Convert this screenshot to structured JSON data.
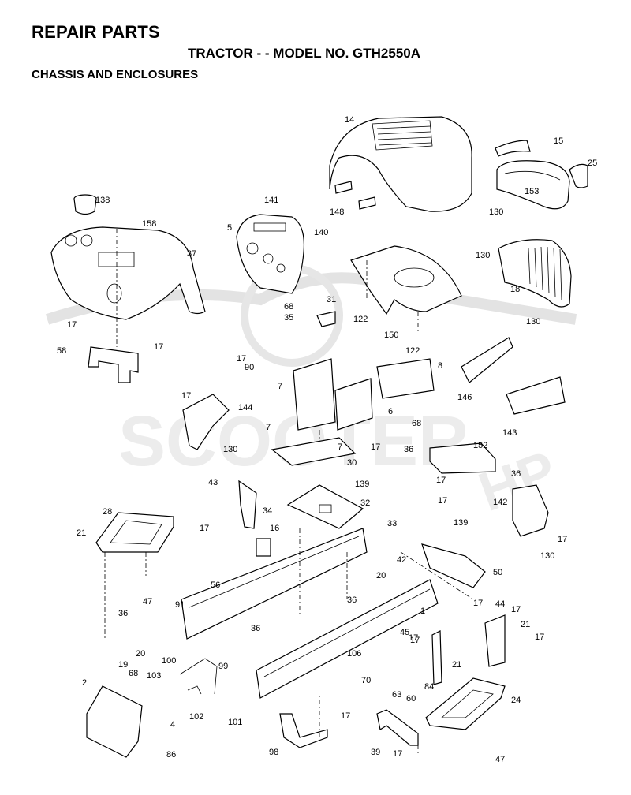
{
  "header": {
    "title": "REPAIR PARTS",
    "subtitle": "TRACTOR - - MODEL NO. GTH2550A",
    "section": "CHASSIS AND ENCLOSURES"
  },
  "watermark": {
    "text_main": "SCOOTER",
    "text_sub": "HP"
  },
  "callouts": [
    "14",
    "15",
    "25",
    "153",
    "130",
    "148",
    "138",
    "158",
    "141",
    "140",
    "5",
    "37",
    "130",
    "18",
    "130",
    "68",
    "31",
    "35",
    "122",
    "150",
    "122",
    "17",
    "17",
    "58",
    "17",
    "90",
    "8",
    "7",
    "146",
    "17",
    "144",
    "6",
    "68",
    "7",
    "7",
    "130",
    "17",
    "30",
    "143",
    "36",
    "152",
    "36",
    "43",
    "139",
    "17",
    "32",
    "17",
    "142",
    "34",
    "33",
    "139",
    "17",
    "28",
    "16",
    "130",
    "21",
    "17",
    "50",
    "56",
    "42",
    "20",
    "47",
    "91",
    "36",
    "36",
    "17",
    "44",
    "17",
    "1",
    "21",
    "17",
    "36",
    "17",
    "45",
    "19",
    "20",
    "17",
    "21",
    "100",
    "106",
    "99",
    "70",
    "84",
    "68",
    "103",
    "63",
    "60",
    "2",
    "24",
    "4",
    "102",
    "101",
    "17",
    "39",
    "98",
    "17",
    "47",
    "86"
  ]
}
